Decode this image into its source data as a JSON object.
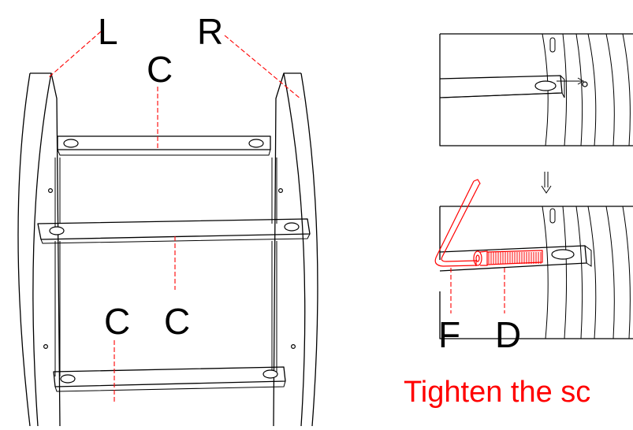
{
  "labels": {
    "L": "L",
    "R": "R",
    "C_top": "C",
    "C_left": "C",
    "C_right": "C",
    "F": "F",
    "D": "D"
  },
  "caption": {
    "text": "Tighten the sc"
  },
  "colors": {
    "line": "#000000",
    "accent": "#ff0000",
    "leader": "#ff0000",
    "background": "#ffffff"
  }
}
